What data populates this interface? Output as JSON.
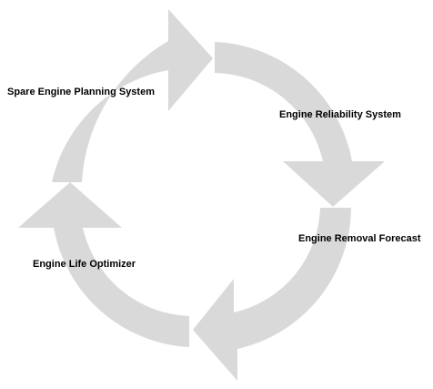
{
  "diagram": {
    "nodes": [
      {
        "id": "spare",
        "label": "Spare Engine Planning System"
      },
      {
        "id": "reliability",
        "label": "Engine Reliability System"
      },
      {
        "id": "removal",
        "label": "Engine Removal Forecast"
      },
      {
        "id": "life",
        "label": "Engine Life Optimizer"
      }
    ],
    "edges": [
      {
        "from": "spare",
        "to": "reliability"
      },
      {
        "from": "reliability",
        "to": "removal"
      },
      {
        "from": "removal",
        "to": "life"
      },
      {
        "from": "life",
        "to": "spare"
      }
    ],
    "arrow_color": "#d9d9d9"
  }
}
